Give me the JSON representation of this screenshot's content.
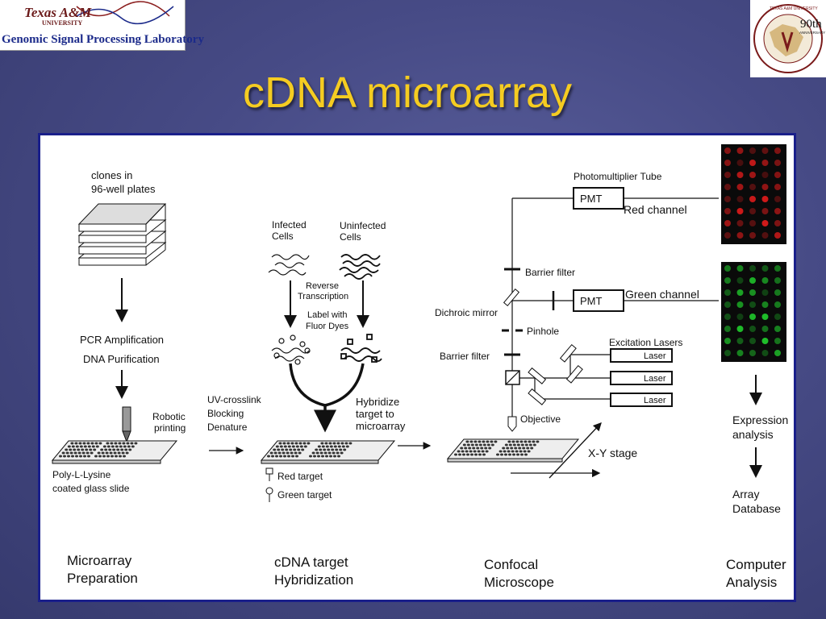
{
  "logos": {
    "left_name": "Texas A&M",
    "left_sub": "UNIVERSITY",
    "left_lab": "Genomic Signal Processing Laboratory",
    "right_badge": "90th",
    "right_sub": "ANNIVERSARY",
    "right_ring": "TEXAS A&M UNIVERSITY"
  },
  "title": "cDNA microarray",
  "diagram": {
    "clones1": "clones in",
    "clones2": "96-well plates",
    "pcr": "PCR Amplification",
    "dna": "DNA Purification",
    "robotic1": "Robotic",
    "robotic2": "printing",
    "poly1": "Poly-L-Lysine",
    "poly2": "coated glass slide",
    "infected1": "Infected",
    "infected2": "Cells",
    "uninfected1": "Uninfected",
    "uninfected2": "Cells",
    "reverse1": "Reverse",
    "reverse2": "Transcription",
    "label1": "Label with",
    "label2": "Fluor Dyes",
    "uv1": "UV-crosslink",
    "uv2": "Blocking",
    "uv3": "Denature",
    "hyb1": "Hybridize",
    "hyb2": "target to",
    "hyb3": "microarray",
    "red_target": "Red target",
    "green_target": "Green target",
    "pmt_tube": "Photomultiplier Tube",
    "pmt": "PMT",
    "red_channel": "Red channel",
    "green_channel": "Green channel",
    "barrier1": "Barrier filter",
    "dichroic": "Dichroic mirror",
    "pinhole": "Pinhole",
    "barrier2": "Barrier filter",
    "excitation": "Excitation Lasers",
    "laser": "Laser",
    "objective": "Objective",
    "xy_stage": "X-Y stage",
    "expression1": "Expression",
    "expression2": "analysis",
    "array1": "Array",
    "array2": "Database",
    "sec1a": "Microarray",
    "sec1b": "Preparation",
    "sec2a": "cDNA target",
    "sec2b": "Hybridization",
    "sec3a": "Confocal",
    "sec3b": "Microscope",
    "sec4a": "Computer",
    "sec4b": "Analysis"
  },
  "colors": {
    "title": "#f5cc21",
    "panel_border": "#1a1f8a",
    "red_spot": "#d21a1a",
    "green_spot": "#1fbf2a"
  }
}
